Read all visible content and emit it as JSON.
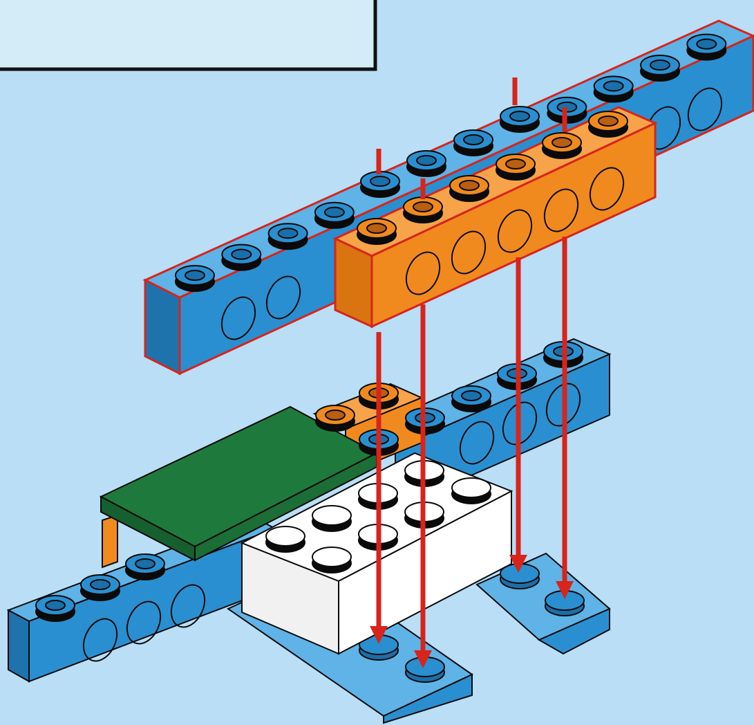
{
  "diagram": {
    "callout_text": "",
    "colors": {
      "background": "#b9def6",
      "callout_panel": "#d4ebf8",
      "blue_brick": "#2a8fd0",
      "orange_brick": "#f08a1e",
      "green_plate": "#1d7a3c",
      "white_brick": "#ffffff",
      "outline": "#0a0a0a",
      "arrow": "#d8241b"
    },
    "parts": [
      {
        "name": "blue-technic-beam-top",
        "color": "blue",
        "type": "technic brick 1x12"
      },
      {
        "name": "orange-technic-beam-top",
        "color": "orange",
        "type": "technic brick 1x6"
      },
      {
        "name": "blue-technic-beam-middle",
        "color": "blue",
        "type": "technic brick"
      },
      {
        "name": "orange-technic-brick-middle",
        "color": "orange",
        "type": "technic brick"
      },
      {
        "name": "green-tile",
        "color": "green",
        "type": "tile"
      },
      {
        "name": "white-brick-2x4",
        "color": "white",
        "type": "brick 2x4"
      },
      {
        "name": "blue-technic-beam-bottom",
        "color": "blue",
        "type": "technic brick"
      },
      {
        "name": "blue-plate-front",
        "color": "blue",
        "type": "plate 1x2"
      },
      {
        "name": "blue-plate-back",
        "color": "blue",
        "type": "plate 1x2"
      }
    ],
    "assembly_arrows": 4
  }
}
